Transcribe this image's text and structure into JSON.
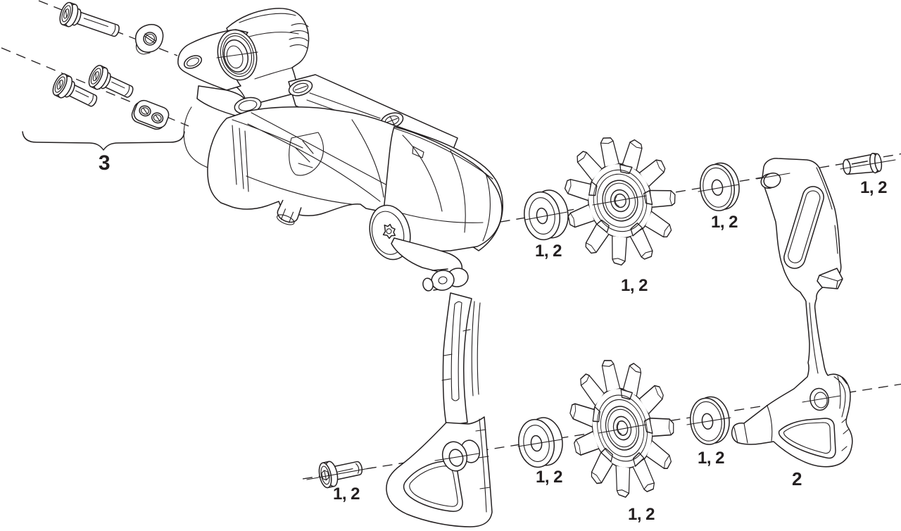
{
  "figure": {
    "background_color": "#ffffff",
    "line_color": "#231f20",
    "callouts": {
      "bolt_group": {
        "text": "3"
      },
      "upper_left_washer": {
        "text": "1, 2"
      },
      "upper_pulley": {
        "text": "1, 2"
      },
      "upper_right_washer": {
        "text": "1, 2"
      },
      "cage_pin": {
        "text": "1, 2"
      },
      "pulley_bolt": {
        "text": "1, 2"
      },
      "lower_left_washer": {
        "text": "1, 2"
      },
      "lower_pulley": {
        "text": "1, 2"
      },
      "lower_right_washer": {
        "text": "1, 2"
      },
      "inner_cage_plate": {
        "text": "2"
      }
    }
  }
}
